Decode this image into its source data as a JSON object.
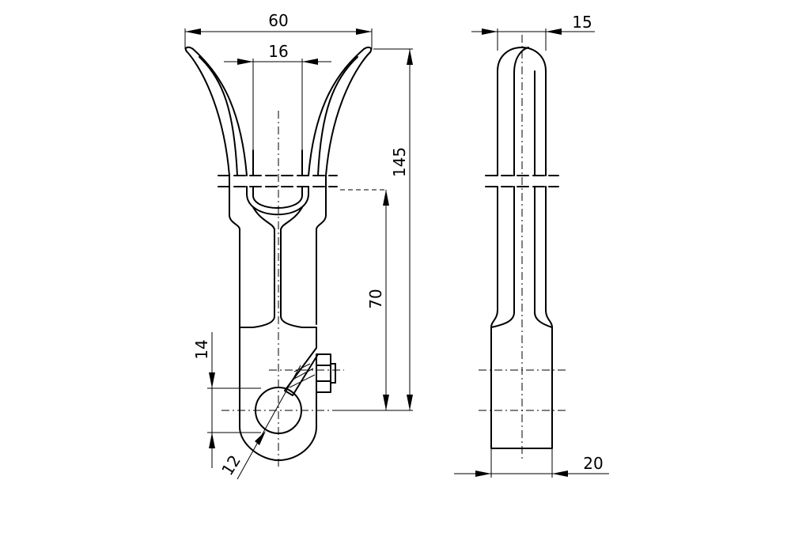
{
  "dimensions": {
    "width_overall": "60",
    "slot_width": "16",
    "height_total": "145",
    "height_to_fork": "70",
    "bolt_offset": "14",
    "hole_diameter": "12",
    "thickness_top": "15",
    "thickness_bottom": "20"
  }
}
